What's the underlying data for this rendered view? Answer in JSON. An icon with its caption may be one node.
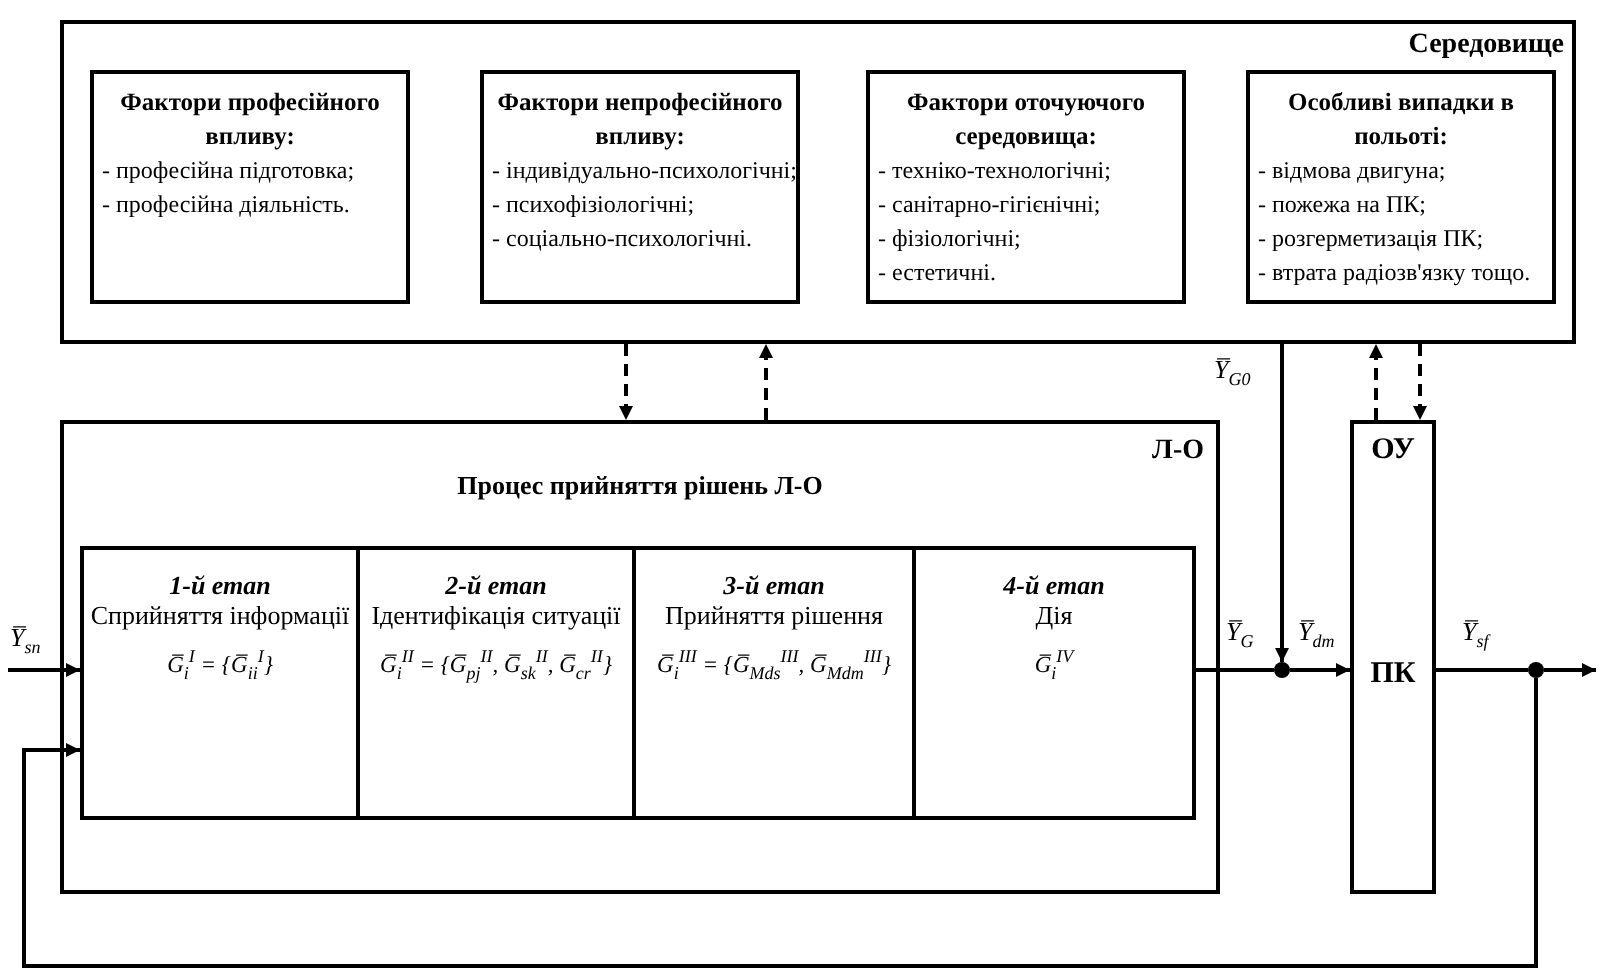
{
  "diagram": {
    "nodes": [
      {
        "text": [
          "Середовище"
        ]
      },
      {
        "text": [
          "Фактори професійного впливу:",
          "- професійна підготовка;",
          "- професійна діяльність."
        ],
        "in": 0
      },
      {
        "text": [
          "Фактори непрофесійного впливу:",
          "- індивідуально-психологічні;",
          "- психофізіологічні;",
          "- соціально-психологічні."
        ],
        "in": 0
      },
      {
        "text": [
          "Фактори оточуючого середовища:",
          "- техніко-технологічні;",
          "- санітарно-гігієнічні;",
          "- фізіологічні;",
          "- естетичні."
        ],
        "in": 0
      },
      {
        "text": [
          "Особливі випадки в польоті:",
          "- відмова двигуна;",
          "- пожежа на ПК;",
          "- розгерметизація ПК;",
          "- втрата радіозв'язку тощо."
        ],
        "in": 0
      },
      {
        "text": [
          "Л-О",
          "Процес прийняття рішень Л-О"
        ]
      },
      {
        "text": [
          "1-й етап",
          "Сприйняття інформації",
          "G̅$_{i}$$^{I}$ = {G̅$_{ii}$$^{I}$}"
        ],
        "in": 5
      },
      {
        "text": [
          "2-й етап",
          "Ідентифікація ситуації",
          "G̅$_{i}$$^{II}$ = {G̅$_{pj}$$^{II}$, G̅$_{sk}$$^{II}$, G̅$_{cr}$$^{II}$}"
        ],
        "in": 5
      },
      {
        "text": [
          "3-й етап",
          "Прийняття рішення",
          "G̅$_{i}$$^{III}$ = {G̅$_{Mds}$$^{III}$, G̅$_{Mdm}$$^{III}$}"
        ],
        "in": 5
      },
      {
        "text": [
          "4-й етап",
          "Дія",
          "G̅$_{i}$$^{IV}$"
        ],
        "in": 5
      },
      {
        "text": [
          "ОУ",
          "ПК"
        ]
      },
      {
        "text": [],
        "shape": "circle"
      },
      {
        "text": [],
        "shape": "circle"
      }
    ],
    "edges": [
      {
        "from": null,
        "to": 6,
        "arrow": "to",
        "label": "Y̅$_{sn}$"
      },
      {
        "from": 12,
        "to": 6,
        "arrow": "to"
      },
      {
        "from": 0,
        "to": 5,
        "arrow": "to",
        "style": "dashed"
      },
      {
        "from": 5,
        "to": 0,
        "arrow": "to",
        "style": "dashed"
      },
      {
        "from": 10,
        "to": 0,
        "arrow": "to",
        "style": "dashed"
      },
      {
        "from": 0,
        "to": 10,
        "arrow": "to",
        "style": "dashed"
      },
      {
        "from": 0,
        "to": 11,
        "arrow": "to",
        "label": "Y̅$_{G0}$"
      },
      {
        "from": 9,
        "to": 11,
        "arrow": "none",
        "label": "Y̅$_{G}$"
      },
      {
        "from": 11,
        "to": 10,
        "arrow": "to",
        "label": "Y̅$_{dm}$"
      },
      {
        "from": 10,
        "to": 12,
        "arrow": "none",
        "label": "Y̅$_{sf}$"
      },
      {
        "from": 12,
        "to": null,
        "arrow": "to"
      }
    ]
  }
}
